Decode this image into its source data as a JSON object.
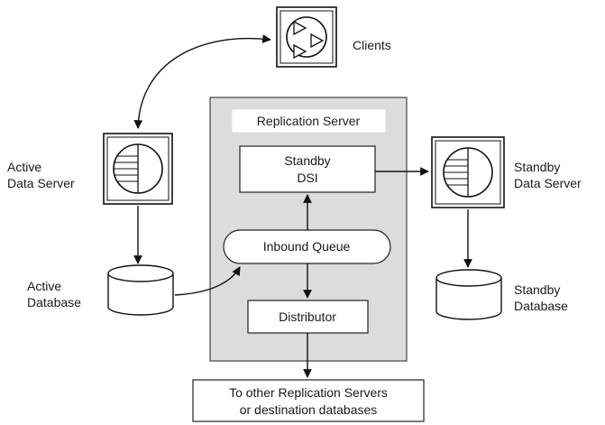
{
  "diagram": {
    "clients": {
      "label": "Clients"
    },
    "active_server": {
      "line1": "Active",
      "line2": "Data Server"
    },
    "standby_server": {
      "line1": "Standby",
      "line2": "Data Server"
    },
    "active_db": {
      "line1": "Active",
      "line2": "Database"
    },
    "standby_db": {
      "line1": "Standby",
      "line2": "Database"
    },
    "replication_server": {
      "title": "Replication Server"
    },
    "standby_dsi": {
      "line1": "Standby",
      "line2": "DSI"
    },
    "inbound_queue": {
      "label": "Inbound Queue"
    },
    "distributor": {
      "label": "Distributor"
    },
    "destination": {
      "line1": "To other Replication Servers",
      "line2": "or destination databases"
    }
  }
}
